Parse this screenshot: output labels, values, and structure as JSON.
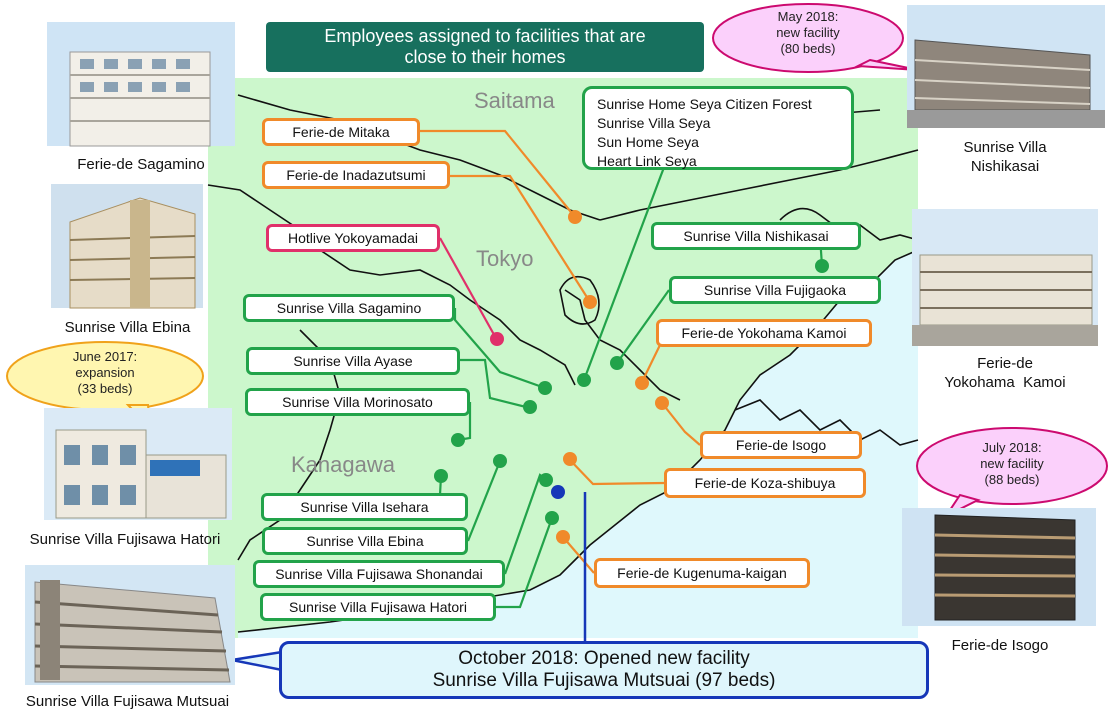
{
  "header": {
    "line1": "Employees assigned to facilities that are",
    "line2": "close to their homes"
  },
  "regions": {
    "saitama": "Saitama",
    "tokyo": "Tokyo",
    "kanagawa": "Kanagawa"
  },
  "colors": {
    "ferie": "#f08a2a",
    "sunrise": "#22a34a",
    "hotlive": "#e0306a",
    "new_facility": "#1637b8",
    "map_land": "#ccf7cc",
    "map_sea": "#dff8fc",
    "header_bg": "#17705e"
  },
  "photos": {
    "sagamino": "Ferie-de Sagamino",
    "ebina": "Sunrise Villa Ebina",
    "hatori": "Sunrise Villa Fujisawa Hatori",
    "mutsuai": "Sunrise Villa Fujisawa Mutsuai",
    "nishikasai": [
      "Sunrise Villa",
      "Nishikasai"
    ],
    "kamoi": [
      "Ferie-de",
      "Yokohama  Kamoi"
    ],
    "isogo": "Ferie-de Isogo"
  },
  "bubbles": {
    "nishikasai": [
      "May 2018:",
      "new facility",
      "(80 beds)"
    ],
    "hatori": [
      "June 2017:",
      "expansion",
      "(33 beds)"
    ],
    "isogo": [
      "July 2018:",
      "new facility",
      "(88 beds)"
    ]
  },
  "facilities": {
    "mitaka": "Ferie-de Mitaka",
    "inadazutsumi": "Ferie-de Inadazutsumi",
    "hotlive": "Hotlive Yokoyamadai",
    "sv_sagamino": "Sunrise Villa Sagamino",
    "sv_ayase": "Sunrise Villa Ayase",
    "sv_morinosato": "Sunrise Villa Morinosato",
    "sv_isehara": "Sunrise Villa Isehara",
    "sv_ebina": "Sunrise Villa Ebina",
    "sv_shonandai": "Sunrise Villa Fujisawa Shonandai",
    "sv_hatori": "Sunrise Villa Fujisawa Hatori",
    "sv_nishikasai": "Sunrise Villa Nishikasai",
    "sv_fujigaoka": "Sunrise Villa Fujigaoka",
    "fd_kamoi": "Ferie-de Yokohama Kamoi",
    "fd_isogo": "Ferie-de Isogo",
    "fd_koza": "Ferie-de Koza-shibuya",
    "fd_kugenuma": "Ferie-de Kugenuma-kaigan",
    "seya_group": [
      "Sunrise Home Seya Citizen Forest",
      "Sunrise Villa Seya",
      "Sun Home Seya",
      "Heart Link Seya"
    ]
  },
  "announcement": {
    "line1": "October 2018: Opened new facility",
    "line2": "Sunrise Villa Fujisawa Mutsuai (97 beds)"
  }
}
